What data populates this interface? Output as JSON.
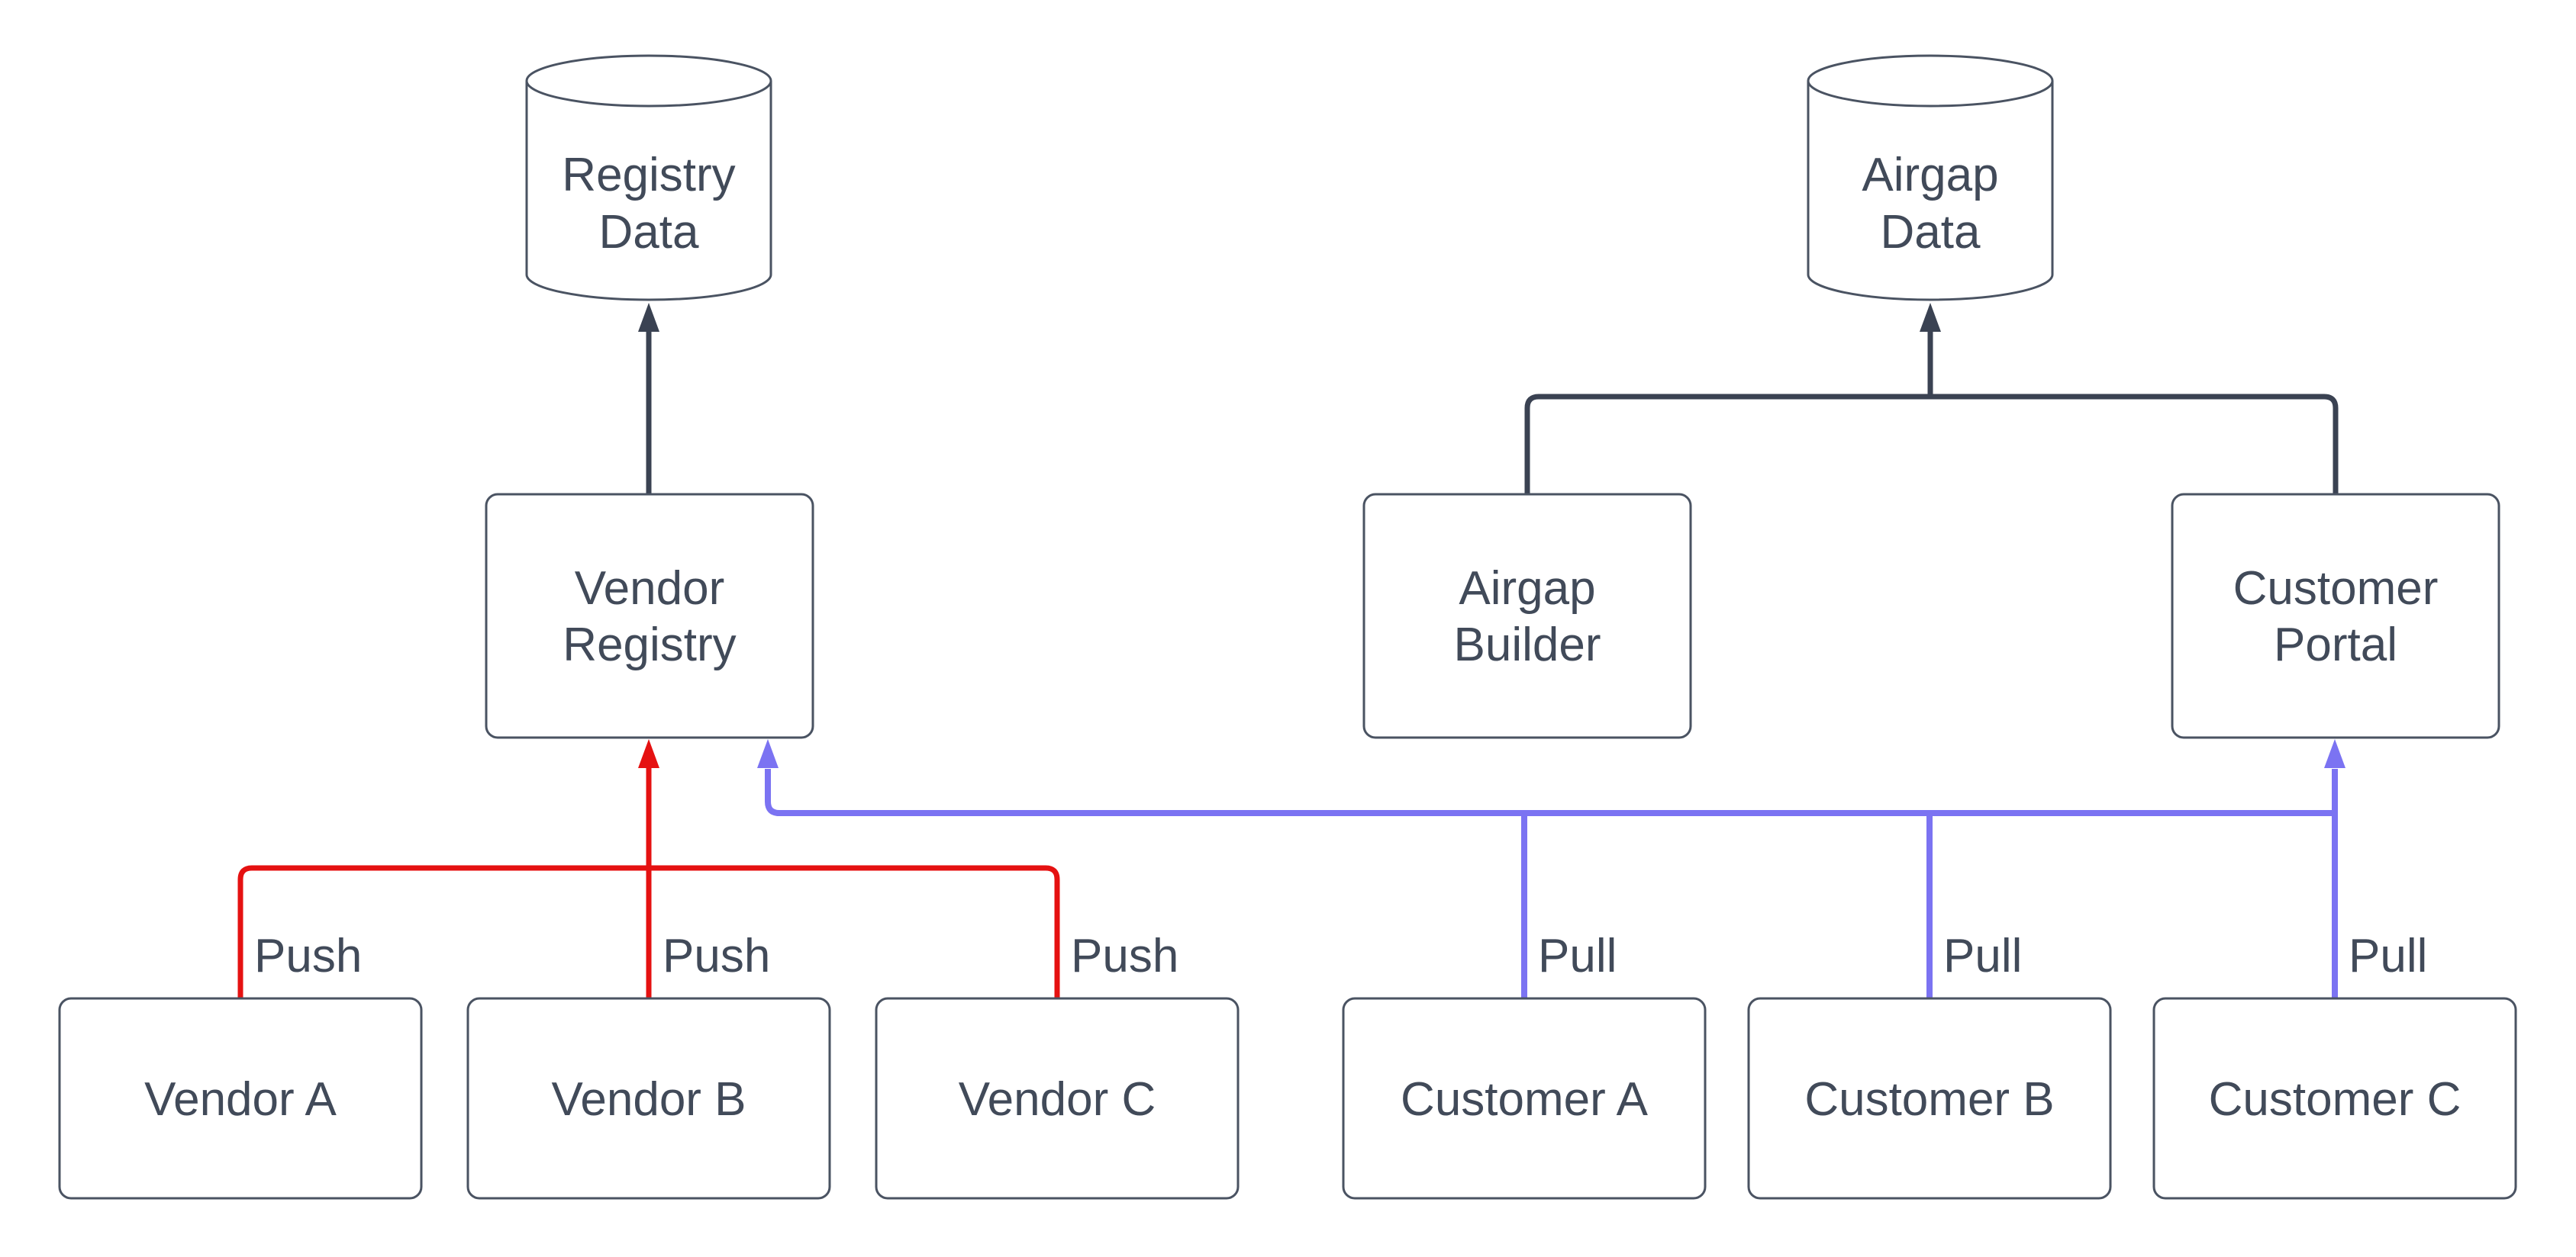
{
  "diagram": {
    "background": "#ffffff",
    "colors": {
      "dark_line": "#3a4252",
      "node_border": "#4a5362",
      "text": "#414a59",
      "push_red": "#e51111",
      "pull_blue": "#7b73f2"
    },
    "datastores": [
      {
        "id": "registry-data",
        "label": [
          "Registry",
          "Data"
        ]
      },
      {
        "id": "airgap-data",
        "label": [
          "Airgap",
          "Data"
        ]
      }
    ],
    "services": [
      {
        "id": "vendor-registry",
        "label": [
          "Vendor",
          "Registry"
        ]
      },
      {
        "id": "airgap-builder",
        "label": [
          "Airgap",
          "Builder"
        ]
      },
      {
        "id": "customer-portal",
        "label": [
          "Customer",
          "Portal"
        ]
      }
    ],
    "actors": [
      {
        "id": "vendor-a",
        "label": "Vendor A",
        "edge_label": "Push"
      },
      {
        "id": "vendor-b",
        "label": "Vendor B",
        "edge_label": "Push"
      },
      {
        "id": "vendor-c",
        "label": "Vendor C",
        "edge_label": "Push"
      },
      {
        "id": "customer-a",
        "label": "Customer A",
        "edge_label": "Pull"
      },
      {
        "id": "customer-b",
        "label": "Customer B",
        "edge_label": "Pull"
      },
      {
        "id": "customer-c",
        "label": "Customer C",
        "edge_label": "Pull"
      }
    ]
  }
}
